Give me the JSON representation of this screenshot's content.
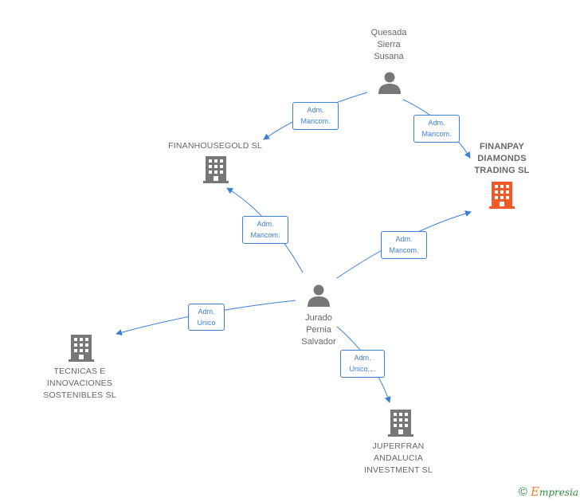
{
  "nodes": {
    "quesada": {
      "name": "Quesada\nSierra\nSusana",
      "icon": "person-icon"
    },
    "jurado": {
      "name": "Jurado\nPernia\nSalvador",
      "icon": "person-icon"
    },
    "finanpay": {
      "name": "FINANPAY\nDIAMONDS\nTRADING SL",
      "icon": "building-icon",
      "color": "#f05a28"
    },
    "finanhouse": {
      "name": "FINANHOUSEGOLD SL",
      "icon": "building-icon",
      "color": "#777777"
    },
    "tecnicas": {
      "name": "TECNICAS E\nINNOVACIONES\nSOSTENIBLES SL",
      "icon": "building-icon",
      "color": "#777777"
    },
    "juperfran": {
      "name": "JUPERFRAN\nANDALUCIA\nINVESTMENT SL",
      "icon": "building-icon",
      "color": "#777777"
    }
  },
  "edges": {
    "quesada_finanhouse": "Adm.\nMancom.",
    "quesada_finanpay": "Adm.\nMancom.",
    "jurado_finanhouse": "Adm.\nMancom.",
    "jurado_finanpay": "Adm.\nMancom.",
    "jurado_tecnicas": "Adm.\nUnico",
    "jurado_juperfran": "Adm.\nUnico,..."
  },
  "colors": {
    "edge": "#3d7fd8",
    "person": "#777777"
  },
  "brand": {
    "copyright": "©",
    "e": "E",
    "rest": "mpresia"
  }
}
